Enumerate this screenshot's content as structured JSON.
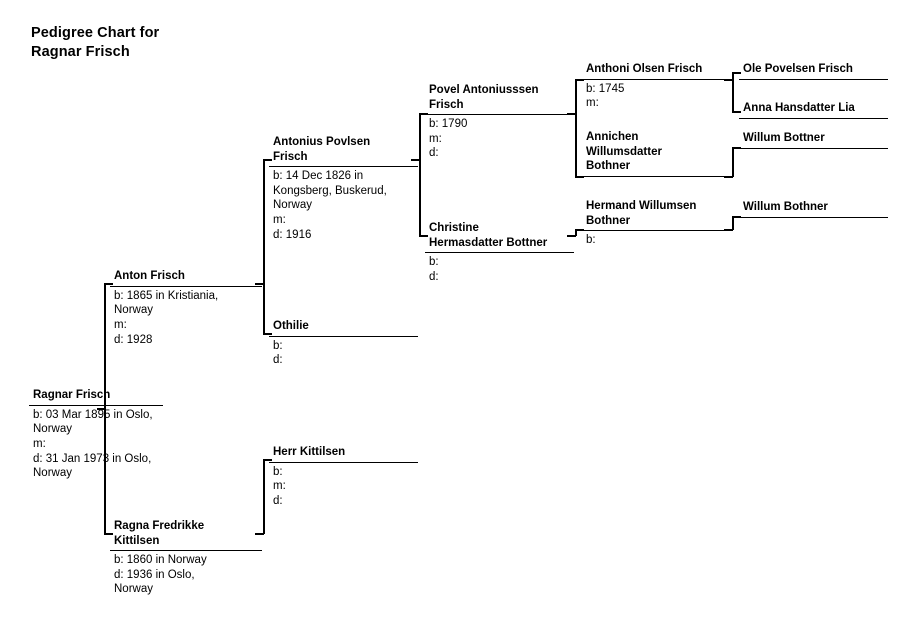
{
  "title": "Pedigree Chart for\nRagnar Frisch",
  "background_color": "#ffffff",
  "line_color": "#000000",
  "text_color": "#000000",
  "nodes": {
    "ragnar": {
      "name": "Ragnar Frisch",
      "details": "b: 03 Mar 1895 in Oslo,\nNorway\nm:\nd: 31 Jan 1973 in Oslo,\nNorway"
    },
    "anton": {
      "name": "Anton Frisch",
      "details": "b: 1865 in Kristiania,\nNorway\nm:\nd: 1928"
    },
    "ragna": {
      "name": "Ragna Fredrikke\nKittilsen",
      "details": "b: 1860 in Norway\nd: 1936 in Oslo,\nNorway"
    },
    "antonius": {
      "name": "Antonius Povlsen\nFrisch",
      "details": "b: 14 Dec 1826 in\nKongsberg, Buskerud,\nNorway\nm:\nd: 1916"
    },
    "othilie": {
      "name": "Othilie",
      "details": "b:\nd:"
    },
    "herr_kittilsen": {
      "name": "Herr Kittilsen",
      "details": "b:\nm:\nd:"
    },
    "povel": {
      "name": "Povel Antoniusssen\nFrisch",
      "details": "b: 1790\nm:\nd:"
    },
    "christine": {
      "name": "Christine\nHermasdatter Bottner",
      "details": "b:\nd:"
    },
    "anthoni": {
      "name": "Anthoni Olsen Frisch",
      "details": "b: 1745\nm:"
    },
    "annichen": {
      "name": "Annichen\nWillumsdatter\nBothner",
      "details": ""
    },
    "hermand": {
      "name": "Hermand Willumsen\nBothner",
      "details": "b:"
    },
    "ole": {
      "name": "Ole Povelsen Frisch",
      "details": ""
    },
    "anna": {
      "name": "Anna Hansdatter Lia",
      "details": ""
    },
    "willum_bottner": {
      "name": "Willum Bottner",
      "details": ""
    },
    "willum_bothner": {
      "name": "Willum Bothner",
      "details": ""
    }
  }
}
